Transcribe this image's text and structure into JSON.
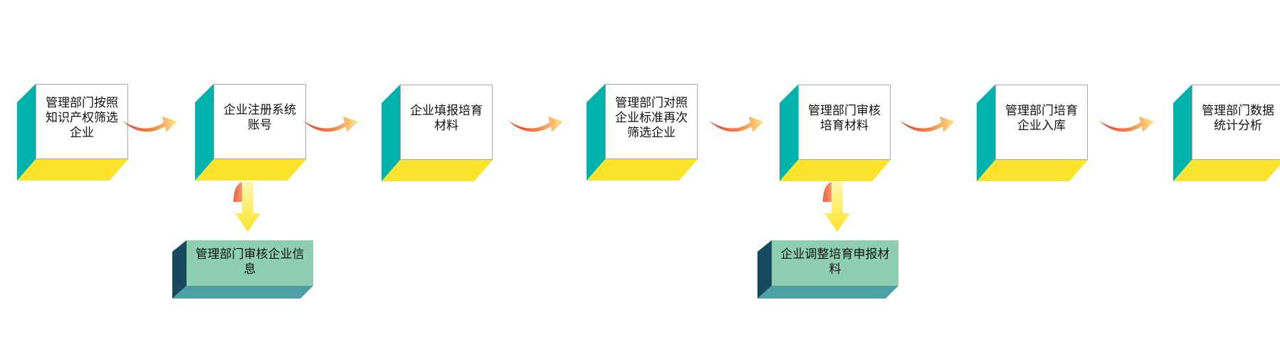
{
  "steps": [
    {
      "id": "screen-companies",
      "text": "管理部门按照知识产权筛选企业"
    },
    {
      "id": "register-account",
      "text": "企业注册系统账号"
    },
    {
      "id": "fill-materials",
      "text": "企业填报培育材料"
    },
    {
      "id": "rescreen-companies",
      "text": "管理部门对照企业标准再次筛选企业"
    },
    {
      "id": "review-materials",
      "text": "管理部门审核培育材料"
    },
    {
      "id": "cultivate-storage",
      "text": "管理部门培育企业入库"
    },
    {
      "id": "statistics",
      "text": "管理部门数据统计分析"
    }
  ],
  "branches": [
    {
      "id": "review-company-info",
      "from_step": 1,
      "text": "管理部门审核企业信息"
    },
    {
      "id": "adjust-materials",
      "from_step": 4,
      "text": "企业调整培育申报材料"
    }
  ],
  "colors": {
    "step_side": "#00b2ac",
    "step_bottom": "#fde42c",
    "step_face": "#ffffff",
    "branch_face": "#8ecfb0",
    "branch_side": "#174a5e",
    "branch_bottom": "#4f9fa6",
    "arrow_start": "#ea3b2c",
    "arrow_end": "#fde88a",
    "down_arrow": "#fde42c"
  }
}
